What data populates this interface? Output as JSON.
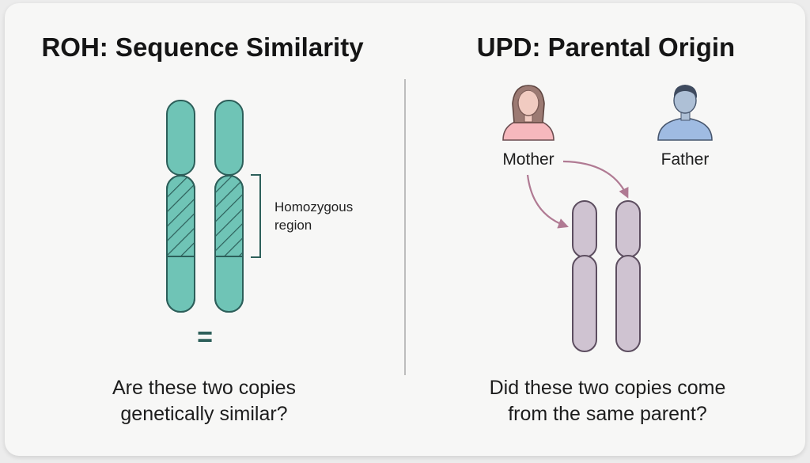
{
  "left_panel": {
    "title": "ROH: Sequence Similarity",
    "region_label_line1": "Homozygous",
    "region_label_line2": "region",
    "equals_symbol": "=",
    "question": "Are these two copies\ngenetically similar?"
  },
  "right_panel": {
    "title": "UPD: Parental Origin",
    "mother_label": "Mother",
    "father_label": "Father",
    "question": "Did these two copies come\nfrom the same parent?"
  },
  "colors": {
    "roh_chromosome": "#6fc4b6",
    "roh_outline": "#2d5f5a",
    "upd_chromosome": "#cfc3d1",
    "upd_outline": "#5d4e60",
    "arrow": "#b07a93",
    "mother_shirt": "#f6b8bd",
    "father_shirt": "#9fbbe2"
  }
}
